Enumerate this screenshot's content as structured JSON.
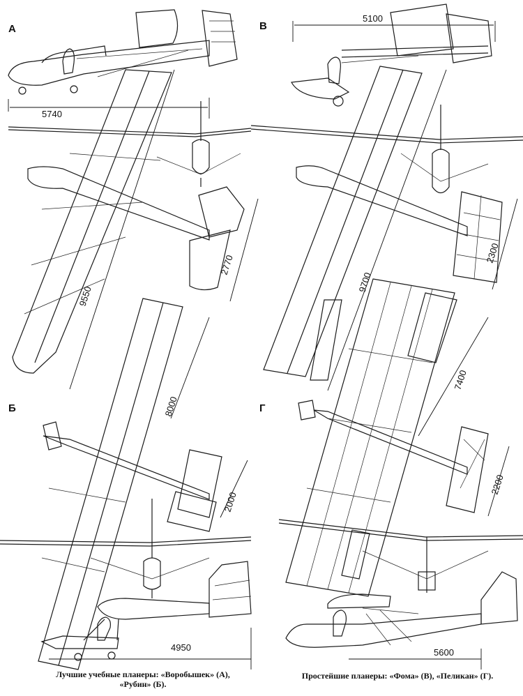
{
  "panels": {
    "a": {
      "letter": "А",
      "dims": {
        "length": "5740",
        "span": "9550",
        "tail": "2770"
      }
    },
    "v": {
      "letter": "В",
      "dims": {
        "length": "5100",
        "span": "9700",
        "tail": "2300"
      }
    },
    "b": {
      "letter": "Б",
      "dims": {
        "length": "4950",
        "span": "8000",
        "tail": "2000"
      }
    },
    "g": {
      "letter": "Г",
      "dims": {
        "length": "5600",
        "span": "7400",
        "tail": "2200"
      }
    }
  },
  "captions": {
    "left_line1": "Лучшие учебные планеры: «Воробышек» (А),",
    "left_line2": "«Рубин» (Б).",
    "right": "Простейшие планеры: «Фома» (В), «Пеликан» (Г)."
  }
}
